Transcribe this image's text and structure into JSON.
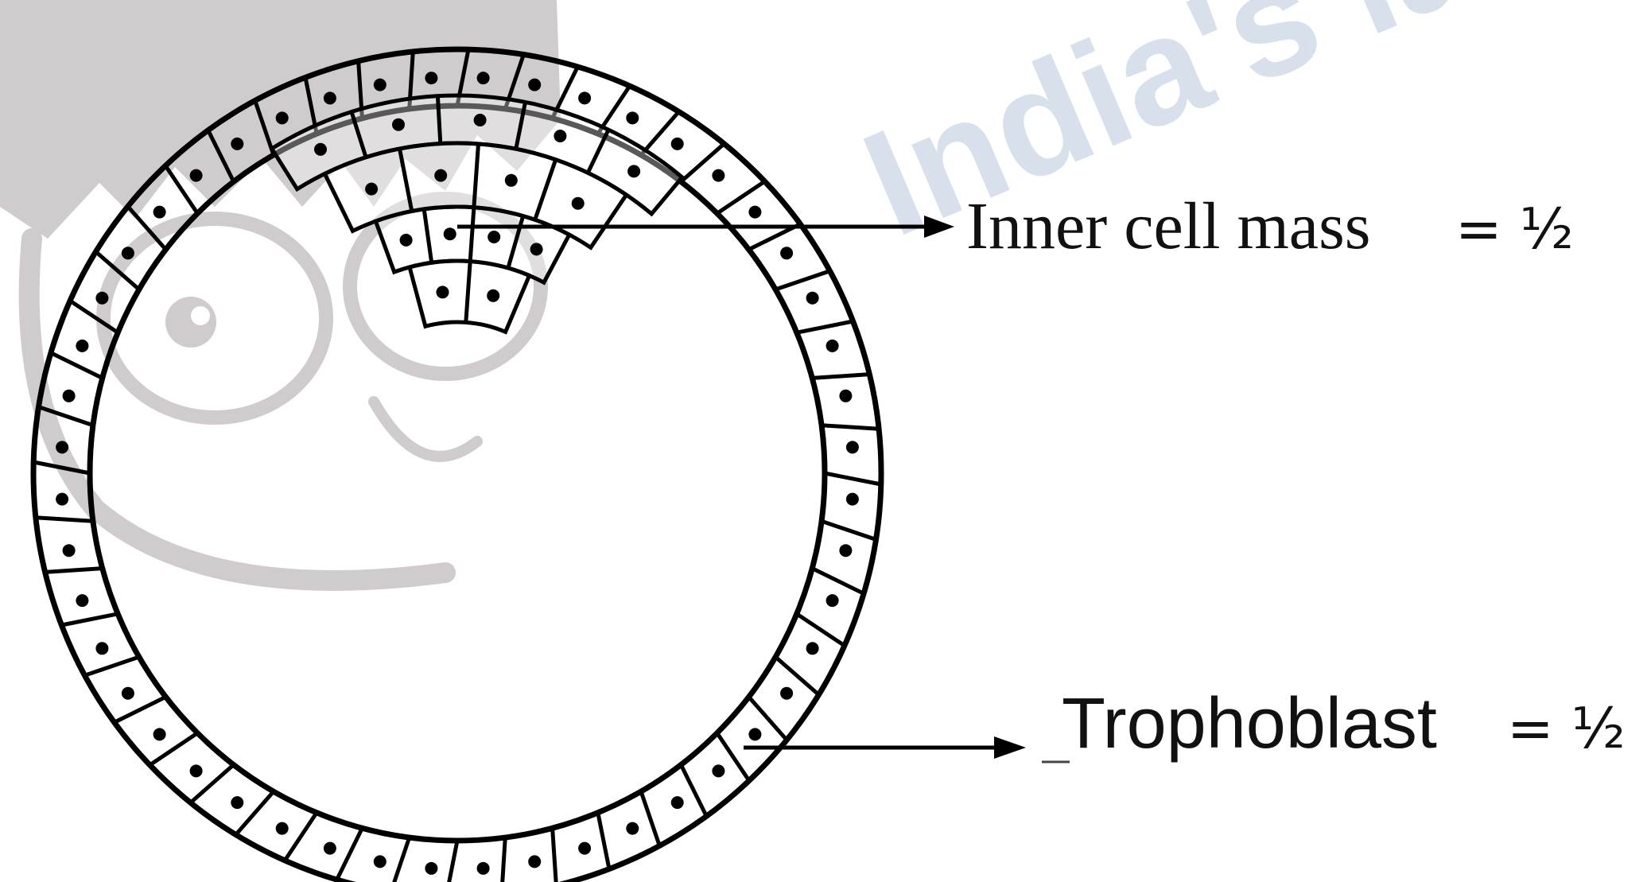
{
  "watermark": {
    "text": "India's larg",
    "color": "#b9c7da",
    "mascot_color": "#a9a3a4"
  },
  "diagram": {
    "subject": "blastocyst",
    "cell_outline_color": "#000000",
    "nucleus_color": "#000000",
    "trophoblast_cell_count": 48,
    "inner_cell_mass_rows": [
      5,
      4,
      4,
      2
    ]
  },
  "labels": {
    "inner_cell_mass": {
      "text": "Inner cell mass",
      "value": "= ½"
    },
    "trophoblast": {
      "text": "Trophoblast",
      "value": "= ½"
    }
  }
}
